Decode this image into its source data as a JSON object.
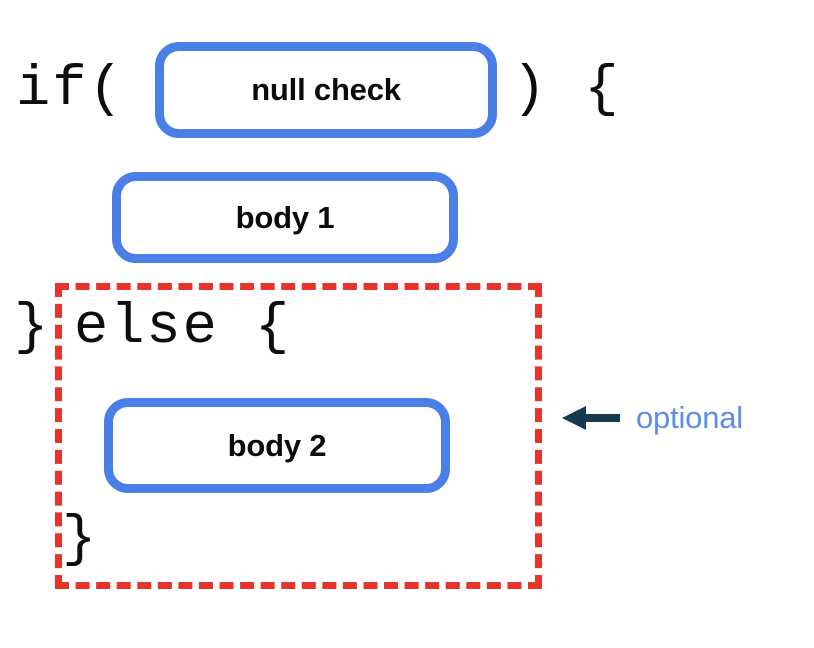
{
  "diagram": {
    "title": "if / else null-check structure",
    "colors": {
      "box_border_blue": "#4a7fe8",
      "dashed_red": "#e8332a",
      "arrow_navy": "#16394f",
      "label_blue": "#5b8def",
      "code_black": "#0d0d0d",
      "background": "#ffffff"
    },
    "code": {
      "if_open": "if(",
      "paren_close_brace": ") {",
      "brace_close_if": "}",
      "else_open": "else {",
      "brace_close_else": "}"
    },
    "boxes": [
      {
        "id": "null-check",
        "label": "null check"
      },
      {
        "id": "body-1",
        "label": "body 1"
      },
      {
        "id": "body-2",
        "label": "body 2"
      }
    ],
    "annotation": {
      "arrow": "arrow-left-icon",
      "label": "optional"
    }
  }
}
